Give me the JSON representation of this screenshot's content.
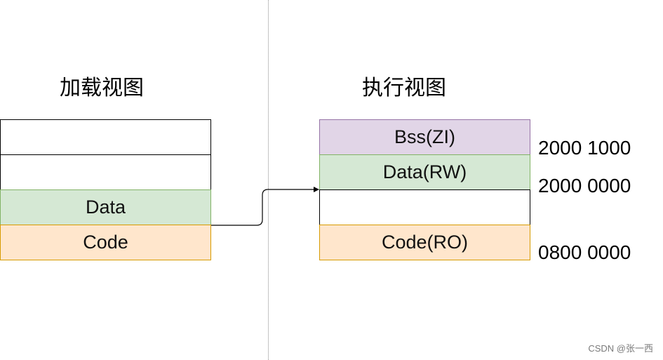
{
  "load_view": {
    "title": "加载视图",
    "blocks": [
      {
        "label": "",
        "fill": "#ffffff",
        "border": "#000000"
      },
      {
        "label": "",
        "fill": "#ffffff",
        "border": "#000000"
      },
      {
        "label": "Data",
        "fill": "#d5e8d4",
        "border": "#82b366"
      },
      {
        "label": "Code",
        "fill": "#ffe6cc",
        "border": "#d79b00"
      }
    ]
  },
  "exec_view": {
    "title": "执行视图",
    "blocks": [
      {
        "label": "Bss(ZI)",
        "fill": "#e1d5e7",
        "border": "#9673a6"
      },
      {
        "label": "Data(RW)",
        "fill": "#d5e8d4",
        "border": "#82b366"
      },
      {
        "label": "",
        "fill": "#ffffff",
        "border": "#000000"
      },
      {
        "label": "Code(RO)",
        "fill": "#ffe6cc",
        "border": "#d79b00"
      }
    ],
    "addresses": [
      "2000 1000",
      "2000 0000",
      "0800 0000"
    ]
  },
  "watermark": "CSDN @张一西"
}
